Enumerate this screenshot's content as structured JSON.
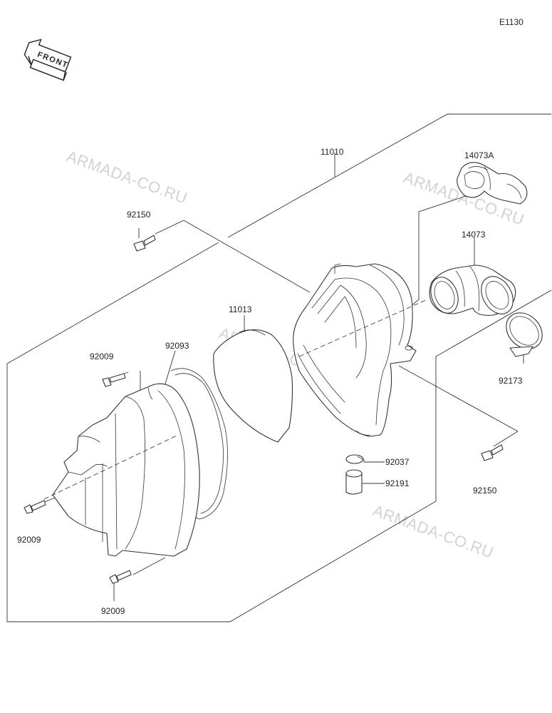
{
  "diagram_code": "E1130",
  "front_label": "FRONT",
  "watermark": "ARMADA-CO.RU",
  "parts": {
    "p11010": "11010",
    "p14073A": "14073A",
    "p14073": "14073",
    "p92150_top": "92150",
    "p92150_bottom": "92150",
    "p11013": "11013",
    "p92093": "92093",
    "p92009_top": "92009",
    "p92009_left": "92009",
    "p92009_bottom": "92009",
    "p92173": "92173",
    "p92037": "92037",
    "p92191": "92191"
  }
}
